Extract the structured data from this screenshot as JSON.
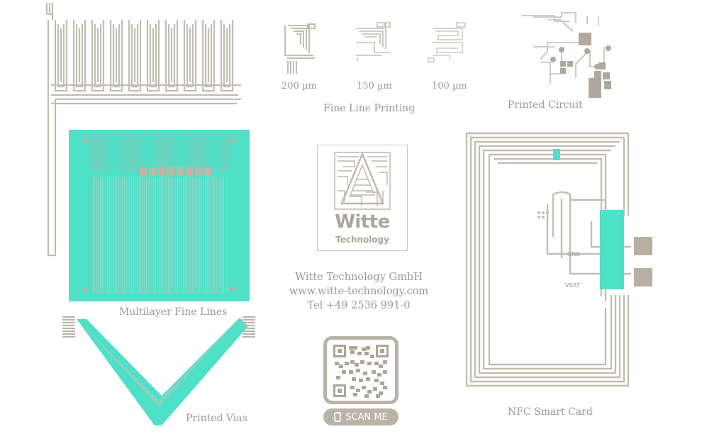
{
  "samples": {
    "line_200": "200 µm",
    "line_150": "150 µm",
    "line_100": "100 µm",
    "fine_line_printing": "Fine Line Printing",
    "printed_circuit": "Printed Circuit",
    "multilayer_fine_lines": "Multilayer Fine Lines",
    "printed_vias": "Printed Vias",
    "nfc_smart_card": "NFC Smart Card",
    "nfc_gnd": "GND",
    "nfc_vbat": "VBAT"
  },
  "logo": {
    "wordmark": "Witte",
    "subline": "Technology"
  },
  "contact": {
    "company": "Witte Technology GmbH",
    "website": "www.witte-technology.com",
    "phone": "Tel +49 2536 991-0"
  },
  "qr": {
    "button_label": "SCAN ME",
    "phone_icon": "phone-icon"
  },
  "colors": {
    "trace": "#c3bdb2",
    "accent_teal": "#4fe0c8",
    "text": "#9e988f"
  }
}
